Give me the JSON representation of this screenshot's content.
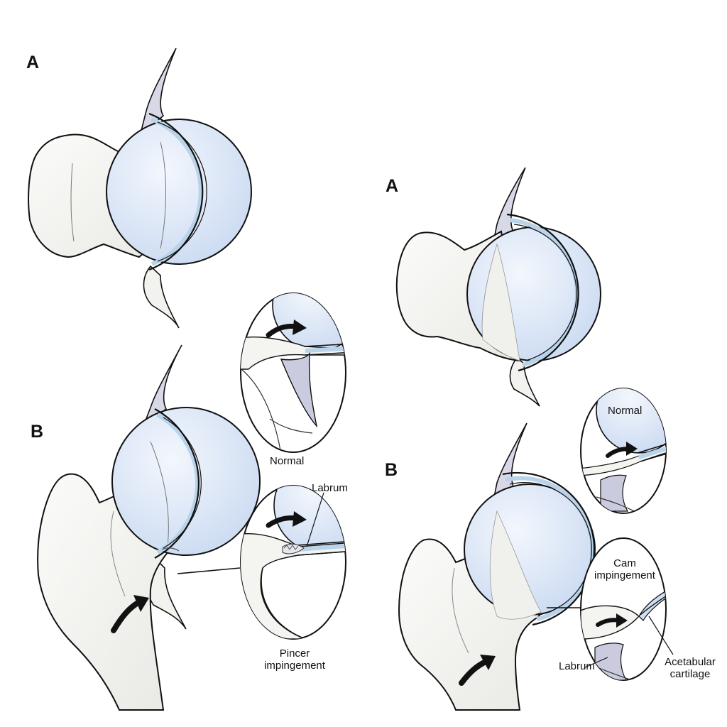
{
  "labels": {
    "pincer_a": "A",
    "pincer_b": "B",
    "cam_a": "A",
    "cam_b": "B",
    "normal_left": "Normal",
    "labrum_left": "Labrum",
    "pincer_impingement_line1": "Pincer",
    "pincer_impingement_line2": "impingement",
    "normal_right": "Normal",
    "cam_impingement_line1": "Cam",
    "cam_impingement_line2": "impingement",
    "labrum_right": "Labrum",
    "acetabular_cartilage_line1": "Acetabular",
    "acetabular_cartilage_line2": "cartilage"
  },
  "colors": {
    "bone": "#f4f4f1",
    "cartilage": "#dbe6f6",
    "labrum": "#cbcbe0",
    "outline": "#111111",
    "background": "#ffffff"
  }
}
